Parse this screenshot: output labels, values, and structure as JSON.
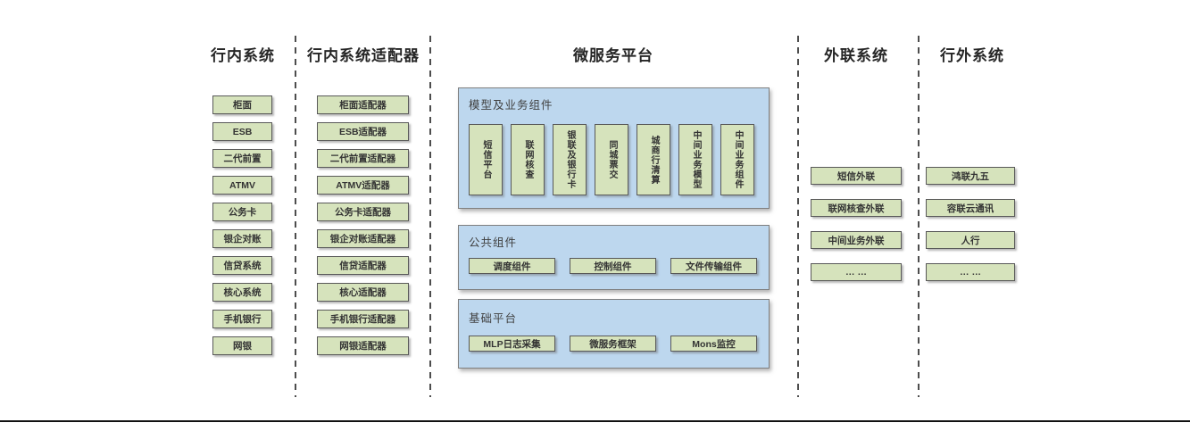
{
  "colors": {
    "green_fill": "#d6e3bc",
    "green_border": "#595959",
    "blue_fill": "#bdd7ee",
    "blue_border": "#7f7f7f",
    "divider_color": "#4d4d4d",
    "text_dark": "#262626",
    "text_box": "#333333",
    "baseline_color": "#111111"
  },
  "columns": [
    {
      "title": "行内系统",
      "items": [
        "柜面",
        "ESB",
        "二代前置",
        "ATMV",
        "公务卡",
        "银企对账",
        "信贷系统",
        "核心系统",
        "手机银行",
        "网银"
      ]
    },
    {
      "title": "行内系统适配器",
      "items": [
        "柜面适配器",
        "ESB适配器",
        "二代前置适配器",
        "ATMV适配器",
        "公务卡适配器",
        "银企对账适配器",
        "信贷适配器",
        "核心适配器",
        "手机银行适配器",
        "网银适配器"
      ]
    },
    {
      "title": "微服务平台",
      "sections": [
        {
          "label": "模型及业务组件",
          "items": [
            "短信平台",
            "联网核查",
            "银联及银行卡",
            "同城票交",
            "城商行清算",
            "中间业务模型",
            "中间业务组件"
          ]
        },
        {
          "label": "公共组件",
          "items": [
            "调度组件",
            "控制组件",
            "文件传输组件"
          ]
        },
        {
          "label": "基础平台",
          "items": [
            "MLP日志采集",
            "微服务框架",
            "Mons监控"
          ]
        }
      ]
    },
    {
      "title": "外联系统",
      "items": [
        "短信外联",
        "联网核查外联",
        "中间业务外联",
        "… …"
      ]
    },
    {
      "title": "行外系统",
      "items": [
        "鸿联九五",
        "容联云通讯",
        "人行",
        "… …"
      ]
    }
  ]
}
